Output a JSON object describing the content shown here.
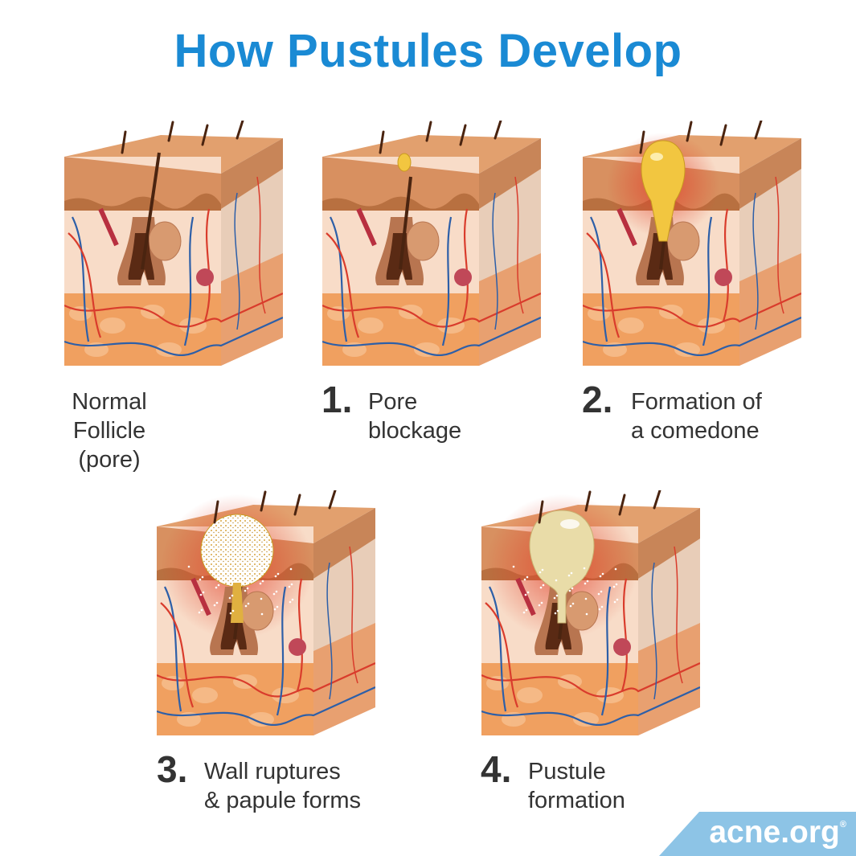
{
  "title": "How Pustules Develop",
  "panels": [
    {
      "stage": 0,
      "number": "",
      "caption": [
        "Normal",
        "Follicle",
        "(pore)"
      ]
    },
    {
      "stage": 1,
      "number": "1.",
      "caption": [
        "Pore",
        "blockage"
      ]
    },
    {
      "stage": 2,
      "number": "2.",
      "caption": [
        "Formation of",
        "a comedone"
      ]
    },
    {
      "stage": 3,
      "number": "3.",
      "caption": [
        "Wall ruptures",
        "& papule forms"
      ]
    },
    {
      "stage": 4,
      "number": "4.",
      "caption": [
        "Pustule",
        "formation"
      ]
    }
  ],
  "logo": {
    "text": "acne.org",
    "mark": "®"
  },
  "colors": {
    "title": "#1a8ad4",
    "logo_bg": "#8dc4e6",
    "text": "#333333"
  }
}
